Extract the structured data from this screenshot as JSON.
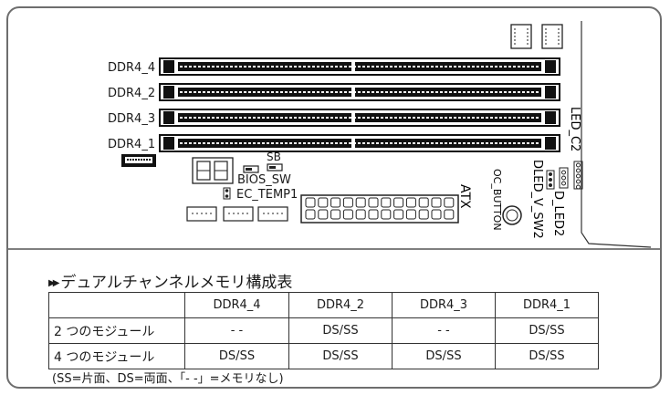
{
  "board": {
    "slots": [
      "DDR4_4",
      "DDR4_2",
      "DDR4_3",
      "DDR4_1"
    ],
    "labels": {
      "sb": "SB",
      "bios_sw": "BIOS_SW",
      "ec_temp1": "EC_TEMP1",
      "atx": "ATX",
      "oc_button": "OC_BUTTON",
      "led_c2": "LED_C2",
      "dled_v_sw2": "DLED_V_SW2",
      "d_led2": "D_LED2"
    }
  },
  "table": {
    "title": "デュアルチャンネルメモリ構成表",
    "headers": [
      "",
      "DDR4_4",
      "DDR4_2",
      "DDR4_3",
      "DDR4_1"
    ],
    "rows": [
      {
        "label": "2 つのモジュール",
        "cells": [
          "- -",
          "DS/SS",
          "- -",
          "DS/SS"
        ]
      },
      {
        "label": "4 つのモジュール",
        "cells": [
          "DS/SS",
          "DS/SS",
          "DS/SS",
          "DS/SS"
        ]
      }
    ],
    "footnote": "(SS=片面、DS=両面、「- -」=メモリなし)"
  },
  "colors": {
    "frame": "#6e6e6e",
    "ink": "#1a1a1a",
    "slot": "#111111"
  }
}
